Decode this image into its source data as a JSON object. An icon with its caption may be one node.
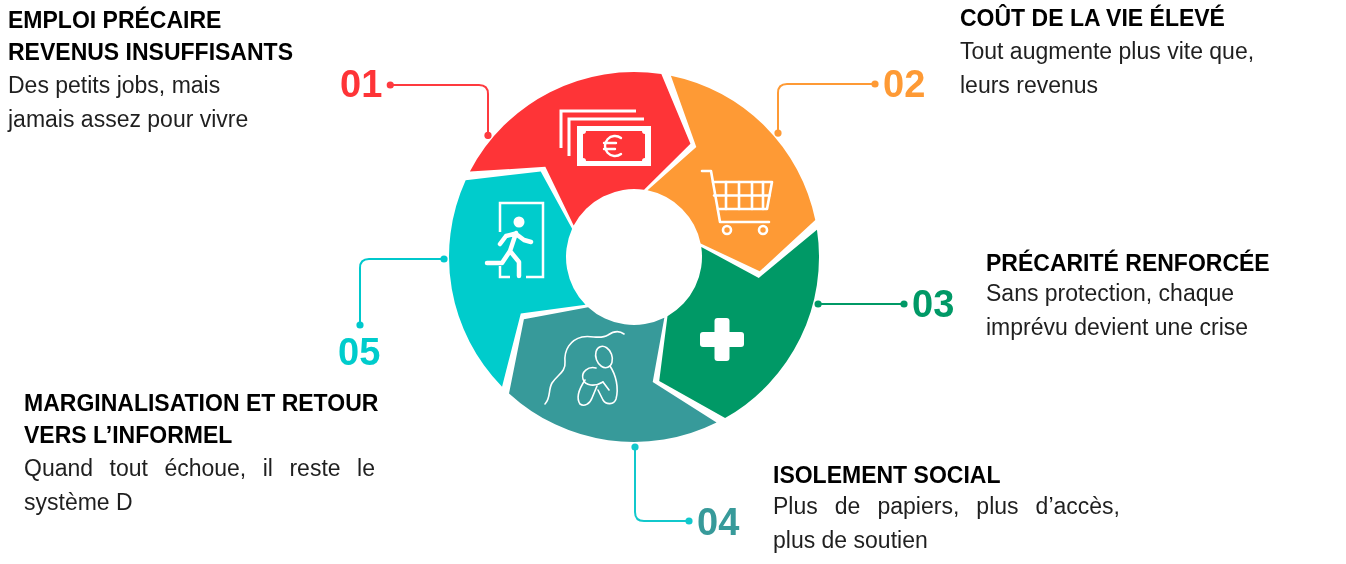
{
  "diagram": {
    "nodes": [
      {
        "text": [
          "01"
        ],
        "beside": [
          "EMPLOI PRÉCAIRE REVENUS INSUFFISANTS",
          "Des petits jobs, mais jamais assez pour vivre"
        ]
      },
      {
        "text": [
          "02"
        ],
        "beside": [
          "COÛT DE LA VIE ÉLEVÉ",
          "Tout augmente plus vite que, leurs revenus"
        ]
      },
      {
        "text": [
          "03"
        ],
        "beside": [
          "PRÉCARITÉ RENFORCÉE",
          "Sans protection, chaque imprévu devient une crise"
        ]
      },
      {
        "text": [
          "04"
        ],
        "beside": [
          "ISOLEMENT SOCIAL",
          "Plus de papiers, plus d’accès, plus de soutien"
        ]
      },
      {
        "text": [
          "05"
        ],
        "beside": [
          "MARGINALISATION ET RETOUR VERS L’INFORMEL",
          "Quand tout échoue, il reste le système D"
        ]
      },
      {
        "text": [],
        "shape": "arrow"
      },
      {
        "text": [],
        "shape": "arrow"
      },
      {
        "text": [],
        "shape": "arrow"
      },
      {
        "text": [],
        "shape": "arrow"
      },
      {
        "text": [],
        "shape": "arrow"
      }
    ],
    "edges": [
      {
        "from": 0,
        "to": 5,
        "arrow": "other",
        "color": "#fe3a3f"
      },
      {
        "from": 1,
        "to": 6,
        "arrow": "other",
        "color": "#fe9a35"
      },
      {
        "from": 2,
        "to": 7,
        "arrow": "other",
        "color": "#009966"
      },
      {
        "from": 3,
        "to": 8,
        "arrow": "other",
        "color": "#11c8cc"
      },
      {
        "from": 4,
        "to": 9,
        "arrow": "other",
        "color": "#00c8cc"
      }
    ]
  }
}
